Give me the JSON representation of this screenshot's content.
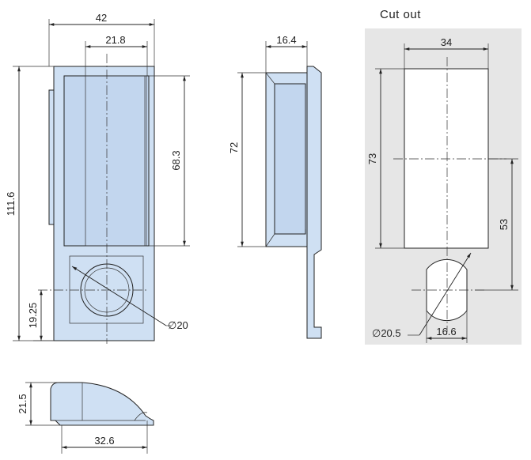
{
  "cutout": {
    "title": "Cut out",
    "background": "#e6e6e6"
  },
  "colors": {
    "part_fill": "#cfe0f3",
    "part_face": "#c2d6ee",
    "outline": "#222222"
  },
  "front_view": {
    "width": "42",
    "inner_width": "21.8",
    "height": "111.6",
    "inner_height": "68.3",
    "hole_offset": "19.25",
    "hole_diameter": "∅20"
  },
  "side_view": {
    "depth": "16.4",
    "height": "72"
  },
  "cutout_view": {
    "width": "34",
    "height": "73",
    "center_offset": "53",
    "hole_diameter": "∅20.5",
    "flat_width": "16.6"
  },
  "bottom_view": {
    "height": "21.5",
    "length": "32.6"
  }
}
